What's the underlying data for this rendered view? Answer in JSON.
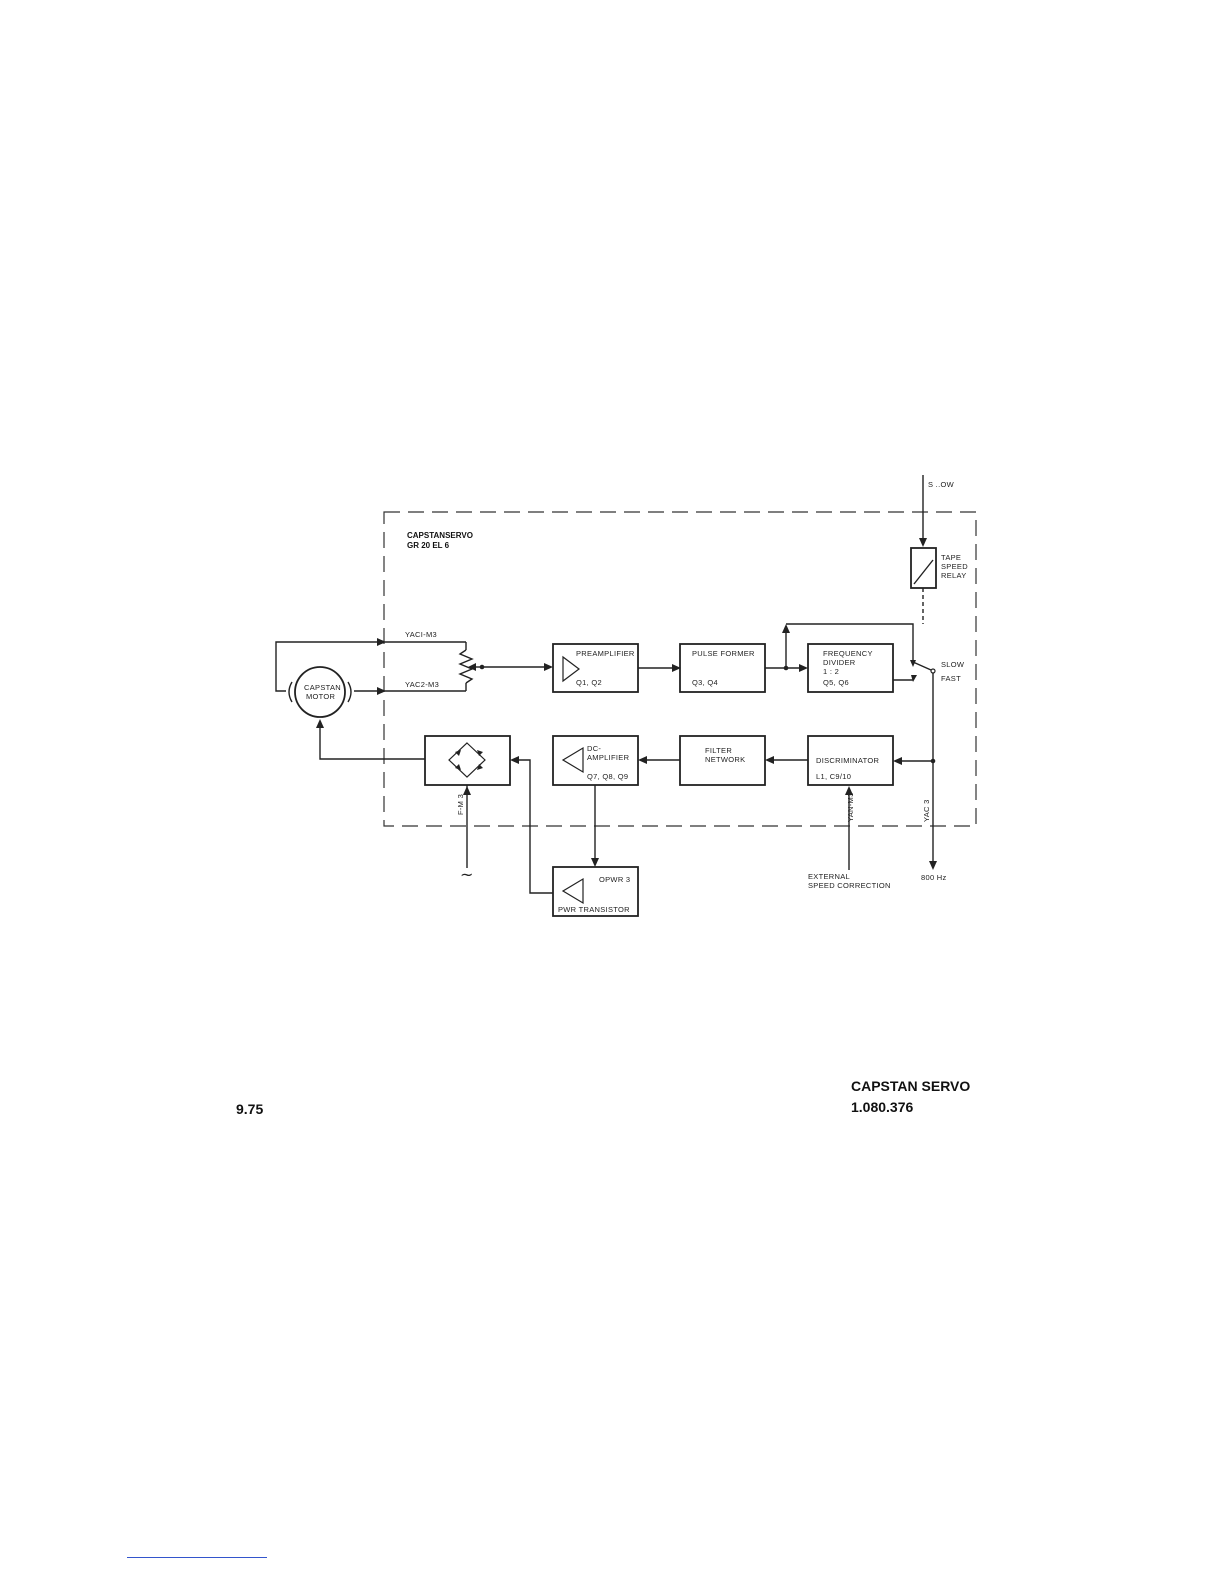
{
  "diagram": {
    "header": {
      "line1": "CAPSTANSERVO",
      "line2": "GR 20  EL 6"
    },
    "inputs": {
      "slow_top": "S ..OW",
      "slow": "SLOW",
      "fast": "FAST",
      "hz": "800 Hz"
    },
    "relay": {
      "line1": "TAPE",
      "line2": "SPEED",
      "line3": "RELAY"
    },
    "motor": {
      "line1": "CAPSTAN",
      "line2": "MOTOR"
    },
    "wires": {
      "yac1": "YACI-M3",
      "yac2": "YAC2-M3",
      "fm3": "F-M 3",
      "yanm3": "YAN-M3",
      "yac3": "YAC 3"
    },
    "preamp": {
      "name": "PREAMPLIFIER",
      "parts": "Q1, Q2"
    },
    "pulse": {
      "name": "PULSE FORMER",
      "parts": "Q3, Q4"
    },
    "freq": {
      "line1": "FREQUENCY",
      "line2": "DIVIDER",
      "line3": "1 : 2",
      "parts": "Q5, Q6"
    },
    "disc": {
      "name": "DISCRIMINATOR",
      "parts": "L1, C9/10"
    },
    "filter": {
      "line1": "FILTER",
      "line2": "NETWORK"
    },
    "dcamp": {
      "line1": "DC-",
      "line2": "AMPLIFIER",
      "parts": "Q7, Q8, Q9"
    },
    "pwr": {
      "code": "OPWR 3",
      "name": "PWR TRANSISTOR"
    },
    "external": {
      "line1": "EXTERNAL",
      "line2": "SPEED CORRECTION"
    },
    "ac_symbol": "~"
  },
  "footer": {
    "title": "CAPSTAN SERVO",
    "number": "1.080.376",
    "date": "9.75"
  }
}
